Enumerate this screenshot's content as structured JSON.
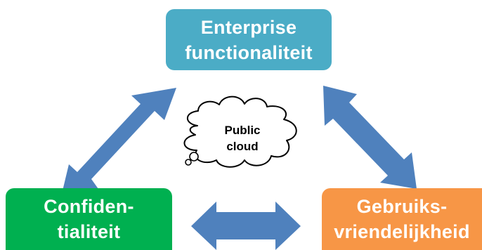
{
  "nodes": {
    "enterprise": {
      "line1": "Enterprise",
      "line2": "functionaliteit",
      "color": "#4bacc6"
    },
    "confidentiality": {
      "line1": "Confiden-",
      "line2": "tialiteit",
      "color": "#00b050"
    },
    "usability": {
      "line1": "Gebruiks-",
      "line2": "vriendelijkheid",
      "color": "#f79646"
    },
    "cloud": {
      "line1": "Public",
      "line2": "cloud",
      "fill": "#ffffff",
      "stroke": "#000000"
    }
  },
  "arrows": {
    "color": "#4f81bd",
    "edges": [
      {
        "from": "enterprise",
        "to": "confidentiality",
        "style": "double-headed"
      },
      {
        "from": "enterprise",
        "to": "usability",
        "style": "double-headed"
      },
      {
        "from": "confidentiality",
        "to": "usability",
        "style": "double-headed"
      }
    ]
  }
}
